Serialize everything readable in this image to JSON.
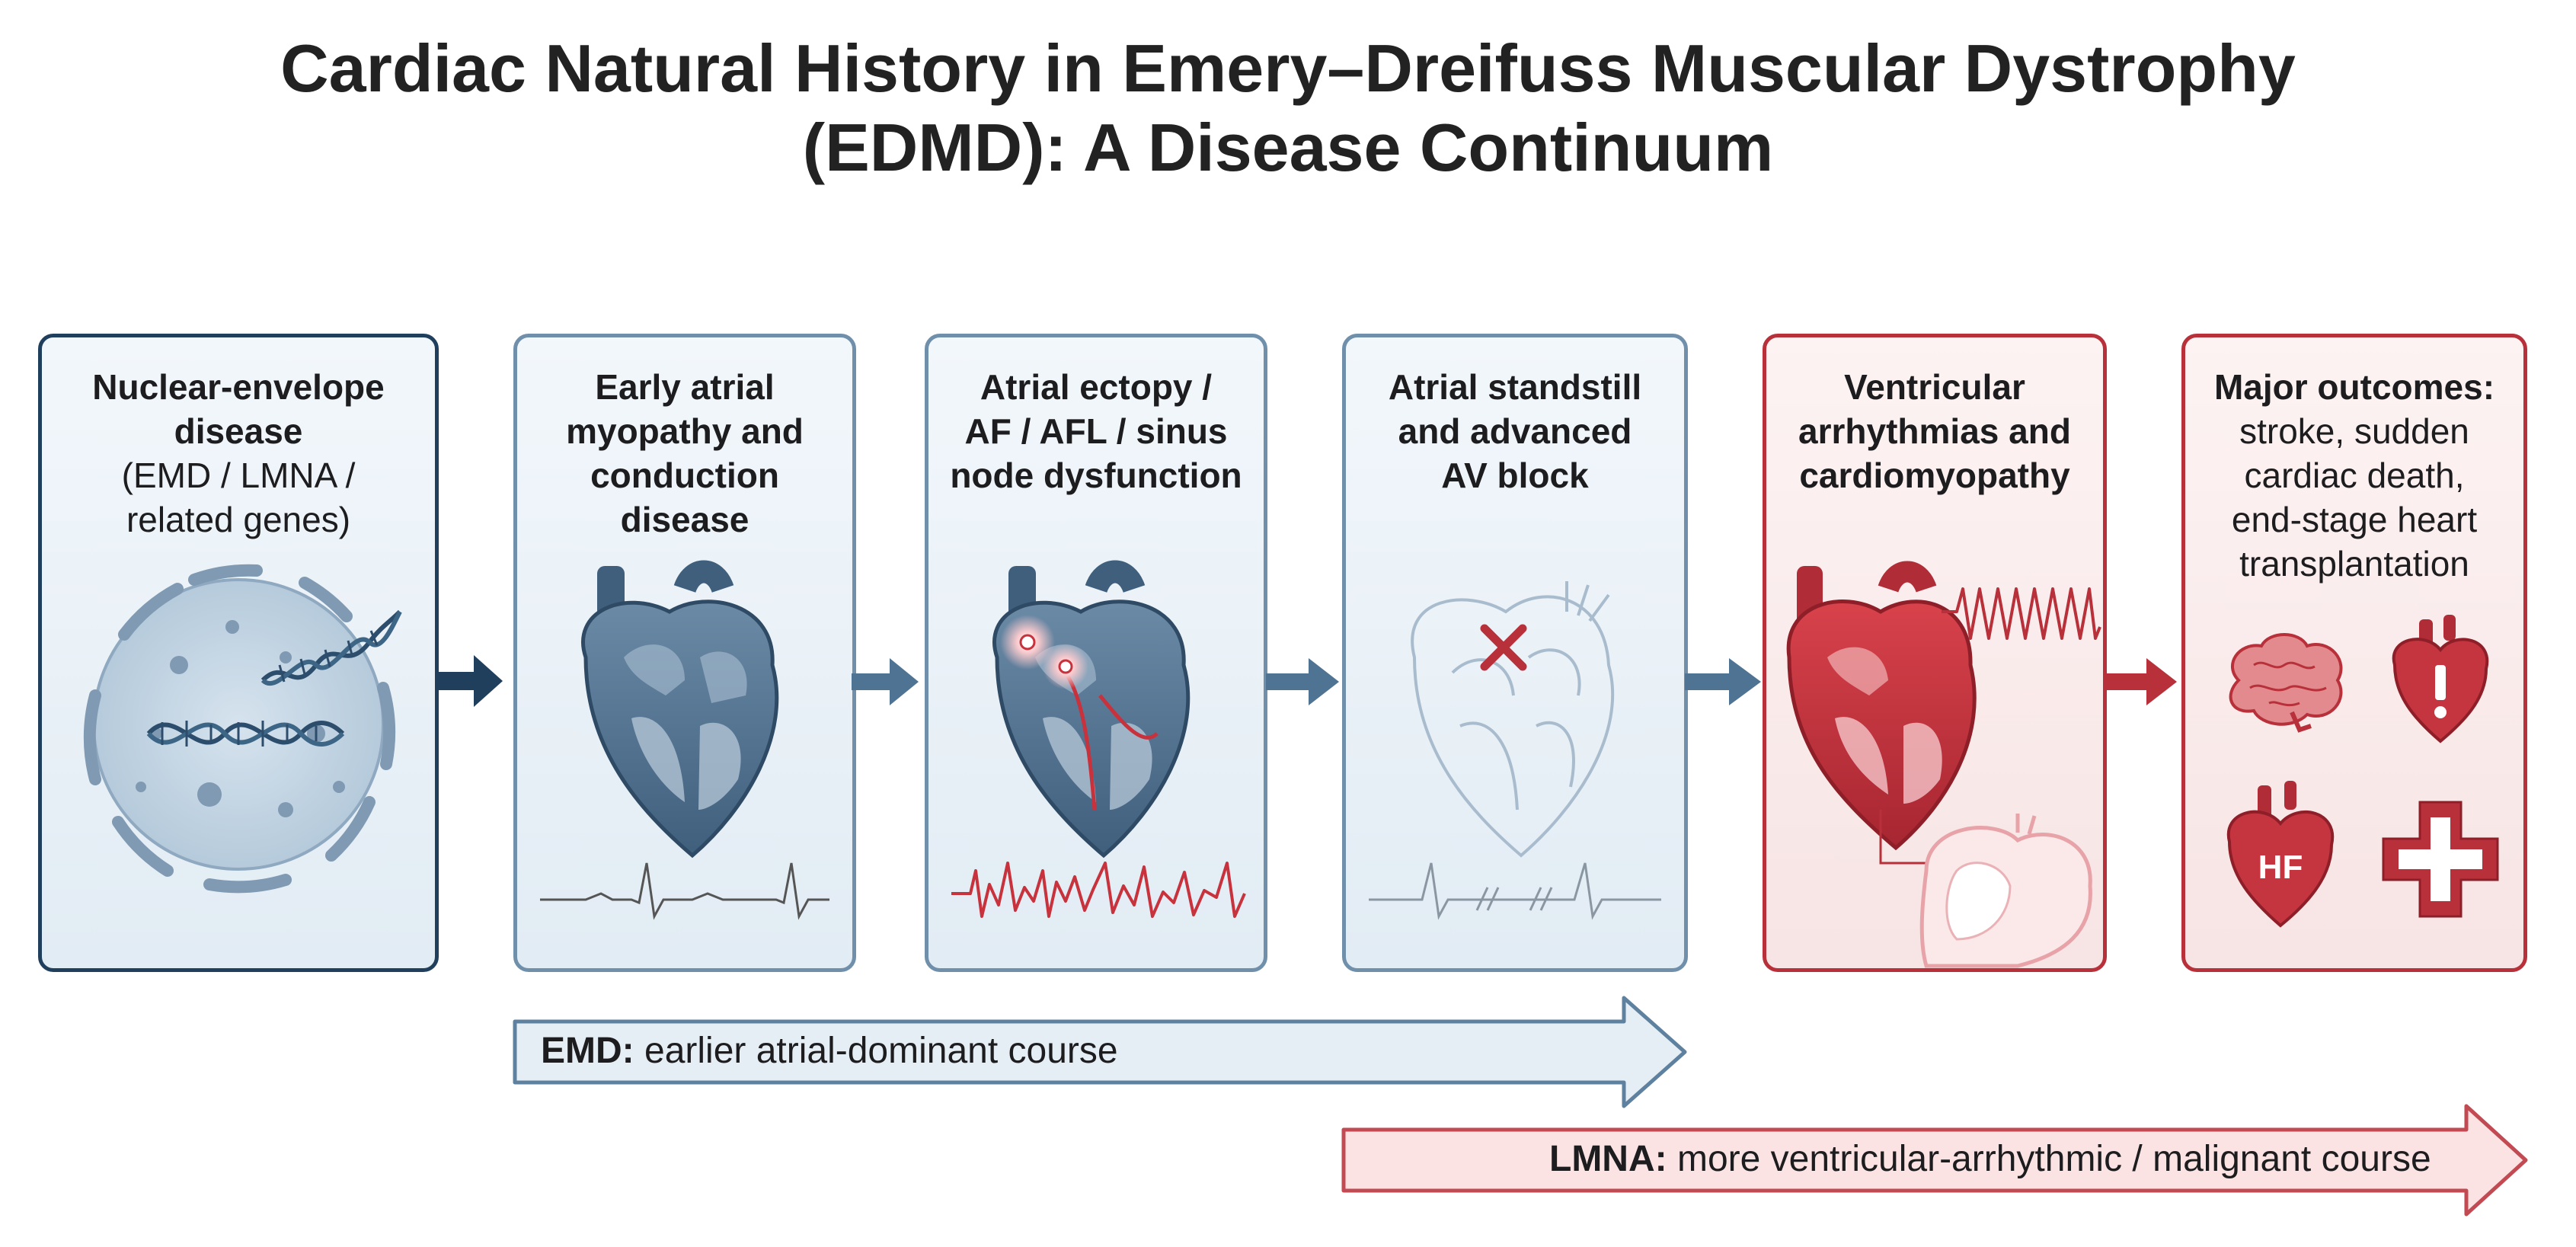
{
  "title": {
    "line1": "Cardiac Natural History in Emery–Dreifuss Muscular Dystrophy",
    "line2": "(EDMD): A Disease Continuum"
  },
  "stages": [
    {
      "id": "nuclear",
      "title_bold": [
        "Nuclear-envelope",
        "disease"
      ],
      "title_plain": [
        "(EMD / LMNA /",
        "related genes)"
      ],
      "icon": "cell-nucleus-dna-icon"
    },
    {
      "id": "early",
      "title_bold": [
        "Early atrial",
        "myopathy and",
        "conduction",
        "disease"
      ],
      "icon": "heart-icon"
    },
    {
      "id": "ectopy",
      "title_bold": [
        "Atrial ectopy /",
        "AF / AFL / sinus",
        "node dysfunction"
      ],
      "icon": "heart-ectopy-icon"
    },
    {
      "id": "standstill",
      "title_bold": [
        "Atrial standstill",
        "and advanced",
        "AV block"
      ],
      "icon": "heart-outline-block-icon"
    },
    {
      "id": "ventricular",
      "title_bold": [
        "Ventricular",
        "arrhythmias and",
        "cardiomyopathy"
      ],
      "icon": "red-heart-icon"
    },
    {
      "id": "outcomes",
      "title_bold": [
        "Major outcomes:"
      ],
      "title_plain": [
        "stroke, sudden",
        "cardiac death,",
        "end-stage heart",
        "transplantation"
      ],
      "icons": [
        "brain-icon",
        "heart-alert-icon",
        "heart-failure-icon",
        "medical-cross-icon"
      ],
      "hf_label": "HF"
    }
  ],
  "bands": {
    "emd": {
      "label": "EMD:",
      "text": " earlier atrial-dominant course",
      "color": "#e6eef5"
    },
    "lmna": {
      "label": "LMNA:",
      "text": " more ventricular-arrhythmic / malignant course",
      "color": "#fbe3e3"
    }
  },
  "colors": {
    "navy": "#203f5c",
    "steel": "#5a7e9c",
    "red": "#b8303a"
  }
}
